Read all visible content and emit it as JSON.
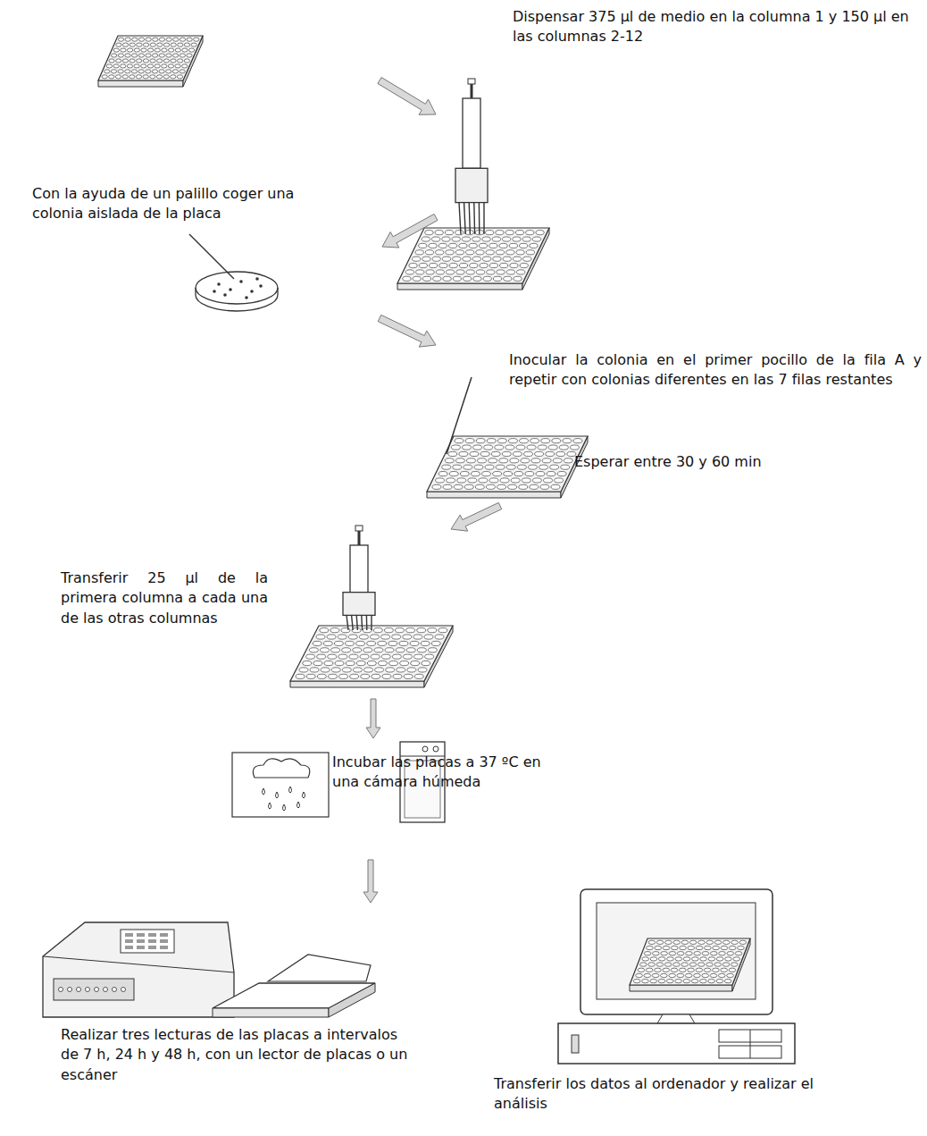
{
  "diagram": {
    "labels": [
      "Dispensar 375 μl de medio en la columna 1 y 150 μl en las columnas 2-12",
      "Con la ayuda de un palillo coger una colonia aislada de la placa",
      "Inocular la colonia en el primer pocillo de la fila A y repetir con colonias diferentes en las 7 filas restantes",
      "Esperar entre 30 y 60 min",
      "Transferir 25 μl de la primera columna a cada una de las otras columnas",
      "Incubar las placas a 37 ºC en una cámara húmeda",
      "Realizar tres lecturas de las placas a intervalos de 7 h, 24 h y 48 h, con un lector de placas o un escáner",
      "Transferir los datos al ordenador y realizar el análisis"
    ]
  }
}
